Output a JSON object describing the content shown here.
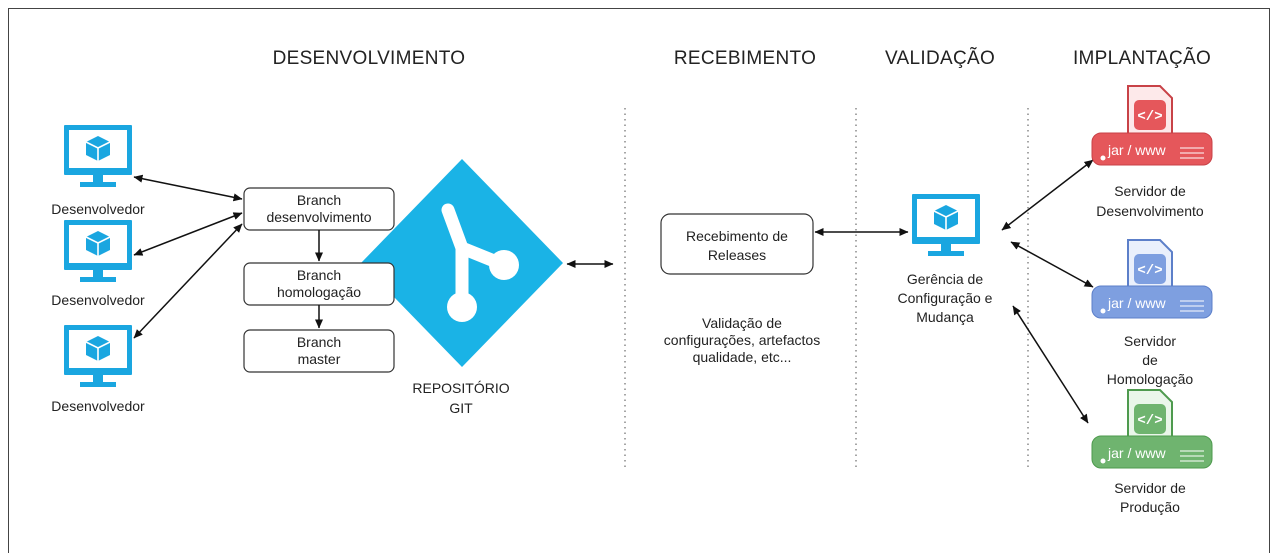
{
  "sections": {
    "desenvolvimento": "DESENVOLVIMENTO",
    "recebimento": "RECEBIMENTO",
    "validacao": "VALIDAÇÃO",
    "implantacao": "IMPLANTAÇÃO"
  },
  "developers": [
    {
      "label": "Desenvolvedor",
      "icon": "monitor-icon"
    },
    {
      "label": "Desenvolvedor",
      "icon": "monitor-icon"
    },
    {
      "label": "Desenvolvedor",
      "icon": "monitor-icon"
    }
  ],
  "branches": {
    "dev": [
      "Branch",
      "desenvolvimento"
    ],
    "hom": [
      "Branch",
      "homologação"
    ],
    "master": [
      "Branch",
      "master"
    ]
  },
  "git": {
    "label_line1": "REPOSITÓRIO",
    "label_line2": "GIT",
    "color": "#1ab3e6",
    "icon": "git-icon"
  },
  "recebimento": {
    "box": [
      "Recebimento de",
      "Releases"
    ],
    "note": [
      "Validação de",
      "configurações, artefactos",
      "qualidade, etc..."
    ]
  },
  "gerencia": {
    "label": [
      "Gerência de",
      "Configuração e",
      "Mudança"
    ],
    "icon": "monitor-icon"
  },
  "servers": [
    {
      "badge": "jar / www",
      "label": [
        "Servidor de",
        "Desenvolvimento"
      ],
      "color": "#e5575b",
      "icon": "code-file-icon"
    },
    {
      "badge": "jar / www",
      "label": [
        "Servidor",
        "de",
        "Homologação"
      ],
      "color": "#7e9fe0",
      "icon": "code-file-icon"
    },
    {
      "badge": "jar / www",
      "label": [
        "Servidor de",
        "Produção"
      ],
      "color": "#6fb46f",
      "icon": "code-file-icon"
    }
  ],
  "colors": {
    "monitor": "#1aa6e0"
  }
}
